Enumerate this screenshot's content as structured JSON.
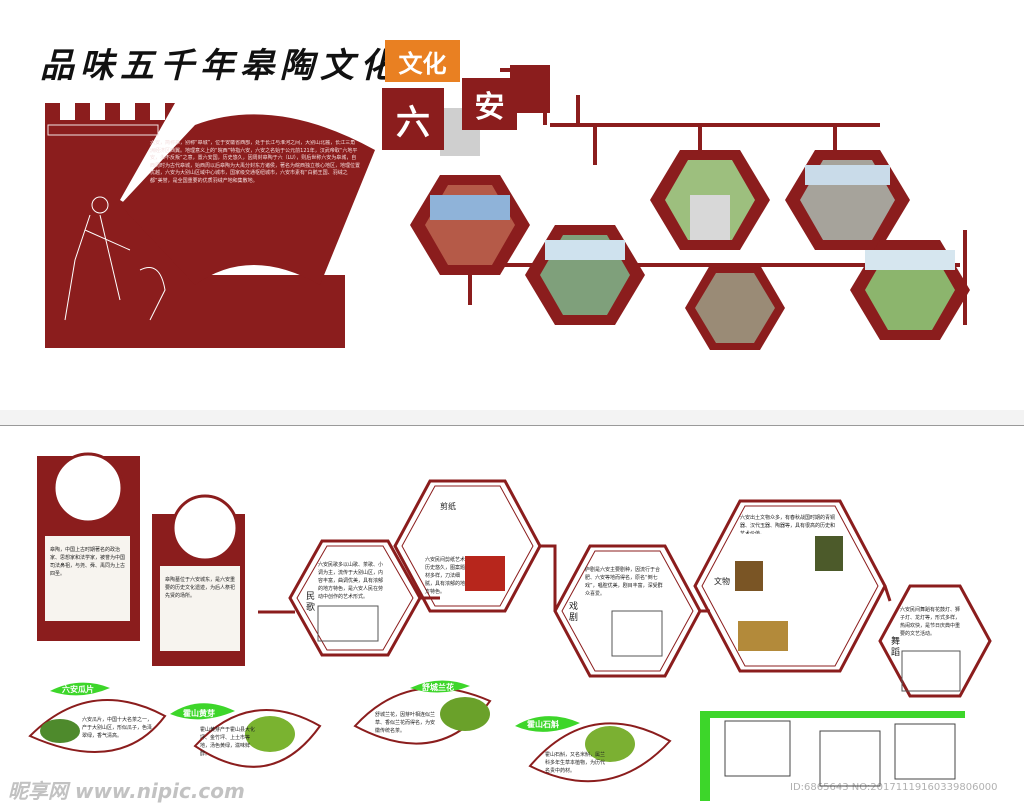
{
  "top": {
    "slogan": "品味五千年皋陶文化",
    "tag_culture": "文化",
    "tag_liu": "六",
    "tag_an": "安",
    "body_text": "六安，简称皋，别称“皋城”，位于安徽省西部，处于长江与淮河之间，大别山北麓，长江三角洲经济区西翼。地理意义上的“皖西”特指六安，六安之名始于公元前121年，汉武帝取“六地平安，永不反叛”之意，置六安国，历史悠久，因周封皋陶于六（LU），则后世称六安为皋城，自西周时为古代皋城，始西周以后皋陶为大禹分封东方诸侯，著名为皖西独立核心地区，地理位置优越，六安为大别山区域中心城市，国家级交通枢纽城市，六安市素有“白鹅王国、羽绒之都”美誉，是全国重要的优质羽绒产地和集散地。"
  },
  "bottom": {
    "folk_song_label": "民歌",
    "paper_cut_label": "剪纸",
    "opera_label": "戏剧",
    "relics_label": "文物",
    "dance_label": "舞蹈",
    "tea1": "六安瓜片",
    "tea2": "霍山黄芽",
    "tea3": "舒城兰花",
    "tea4": "霍山石斛",
    "folk_text": "六安民歌多以山歌、茶歌、小调为主，流传于大别山区，内容丰富，曲调优美，具有浓郁的地方特色，是六安人民在劳动中创作的艺术形式。",
    "paper_text": "六安民间剪纸艺术历史悠久，图案题材多样，刀法细腻，具有浓郁的地方特色。",
    "opera_text": "庐剧是六安主要剧种，因流行于合肥、六安等地而得名，原名“倒七戏”，唱腔优美，剧目丰富，深受群众喜爱。",
    "relics_text": "六安出土文物众多，有春秋战国时期的青铜器、汉代玉器、陶器等，具有很高的历史和艺术价值。",
    "dance_text": "六安民间舞蹈有花鼓灯、狮子灯、龙灯等，形式多样，热闹欢快，是节日庆典中重要的文艺活动。",
    "left_card1": "皋陶，中国上古时期著名的政治家、思想家和法学家，被誉为中国司法鼻祖，与尧、舜、禹同为上古四圣。",
    "left_card2": "皋陶墓位于六安城东，是六安重要的历史文化遗迹，为后人祭祀先贤的场所。",
    "tea1_text": "六安瓜片，中国十大名茶之一，产于大别山区，形似瓜子，色泽翠绿，香气清高。",
    "tea2_text": "霍山黄芽产于霍山县大化坪、金竹坪、上土市等地，汤色黄绿，滋味鲜醇。",
    "tea3_text": "舒城兰花，因芽叶相连似兰草、香似兰花而得名，为安徽传统名茶。",
    "tea4_text": "霍山石斛，又名米斛，属兰科多年生草本植物，为历代名贵中药材。",
    "watermark": "昵享网 www.nipic.com",
    "watermark_id": "ID:6865643 NO:20171119160339806000"
  },
  "colors": {
    "maroon": "#8b1d1d",
    "green": "#3dd62a",
    "orange": "#e98022"
  }
}
